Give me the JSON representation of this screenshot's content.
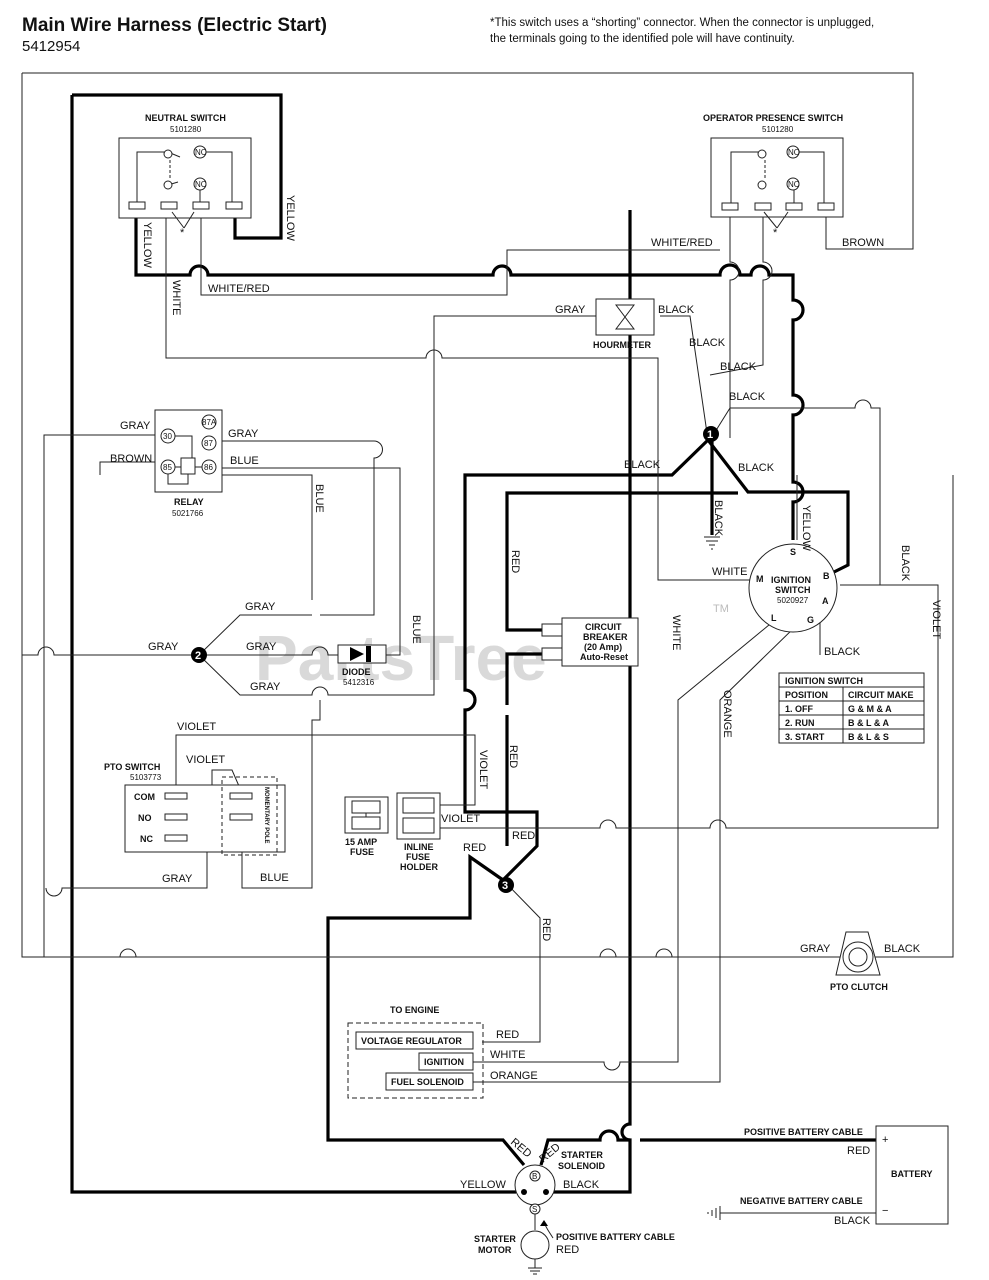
{
  "header": {
    "title": "Main Wire Harness (Electric Start)",
    "part_number": "5412954",
    "note_line1": "*This switch uses a “shorting” connector. When the connector is unplugged,",
    "note_line2": "the terminals going to the identified pole will have continuity."
  },
  "watermark": {
    "text": "PartsTree",
    "tm": "TM"
  },
  "components": {
    "neutral_switch": {
      "name": "NEUTRAL SWITCH",
      "part": "5101280"
    },
    "operator_switch": {
      "name": "OPERATOR PRESENCE SWITCH",
      "part": "5101280"
    },
    "hourmeter": {
      "name": "HOURMETER"
    },
    "relay": {
      "name": "RELAY",
      "part": "5021766",
      "pins": [
        "30",
        "87A",
        "87",
        "85",
        "86"
      ]
    },
    "diode": {
      "name": "DIODE",
      "part": "5412316"
    },
    "pto_switch": {
      "name": "PTO SWITCH",
      "part": "5103773",
      "com": "COM",
      "no": "NO",
      "nc": "NC",
      "pole": "MOMENTARY POLE"
    },
    "fuse15": {
      "name_line1": "15 AMP",
      "name_line2": "FUSE"
    },
    "inline_fuse": {
      "line1": "INLINE",
      "line2": "FUSE",
      "line3": "HOLDER"
    },
    "circuit_breaker": {
      "line1": "CIRCUIT",
      "line2": "BREAKER",
      "line3": "(20 Amp)",
      "line4": "Auto-Reset"
    },
    "ignition_switch": {
      "line1": "IGNITION",
      "line2": "SWITCH",
      "part": "5020927",
      "terms": [
        "S",
        "M",
        "B",
        "A",
        "L",
        "G"
      ]
    },
    "pto_clutch": {
      "name": "PTO CLUTCH"
    },
    "to_engine": {
      "title": "TO ENGINE",
      "voltage_regulator": "VOLTAGE REGULATOR",
      "ignition": "IGNITION",
      "fuel_solenoid": "FUEL SOLENOID"
    },
    "starter_solenoid": {
      "line1": "STARTER",
      "line2": "SOLENOID",
      "b": "B",
      "s": "S"
    },
    "starter_motor": {
      "line1": "STARTER",
      "line2": "MOTOR"
    },
    "battery": {
      "name": "BATTERY",
      "plus": "+",
      "minus": "−",
      "pos_cable": "POSITIVE BATTERY CABLE",
      "neg_cable": "NEGATIVE BATTERY CABLE"
    },
    "splices": [
      "1",
      "2",
      "3"
    ],
    "nc_label": "NC",
    "no_label": "NO",
    "star": "*"
  },
  "ignition_table": {
    "title": "IGNITION SWITCH",
    "headers": [
      "POSITION",
      "CIRCUIT MAKE"
    ],
    "rows": [
      [
        "1. OFF",
        "G & M & A"
      ],
      [
        "2. RUN",
        "B & L & A"
      ],
      [
        "3. START",
        "B & L & S"
      ]
    ]
  },
  "wires": {
    "yellow": "YELLOW",
    "white": "WHITE",
    "white_red": "WHITE/RED",
    "brown": "BROWN",
    "gray": "GRAY",
    "black": "BLACK",
    "blue": "BLUE",
    "red": "RED",
    "violet": "VIOLET",
    "orange": "ORANGE"
  }
}
